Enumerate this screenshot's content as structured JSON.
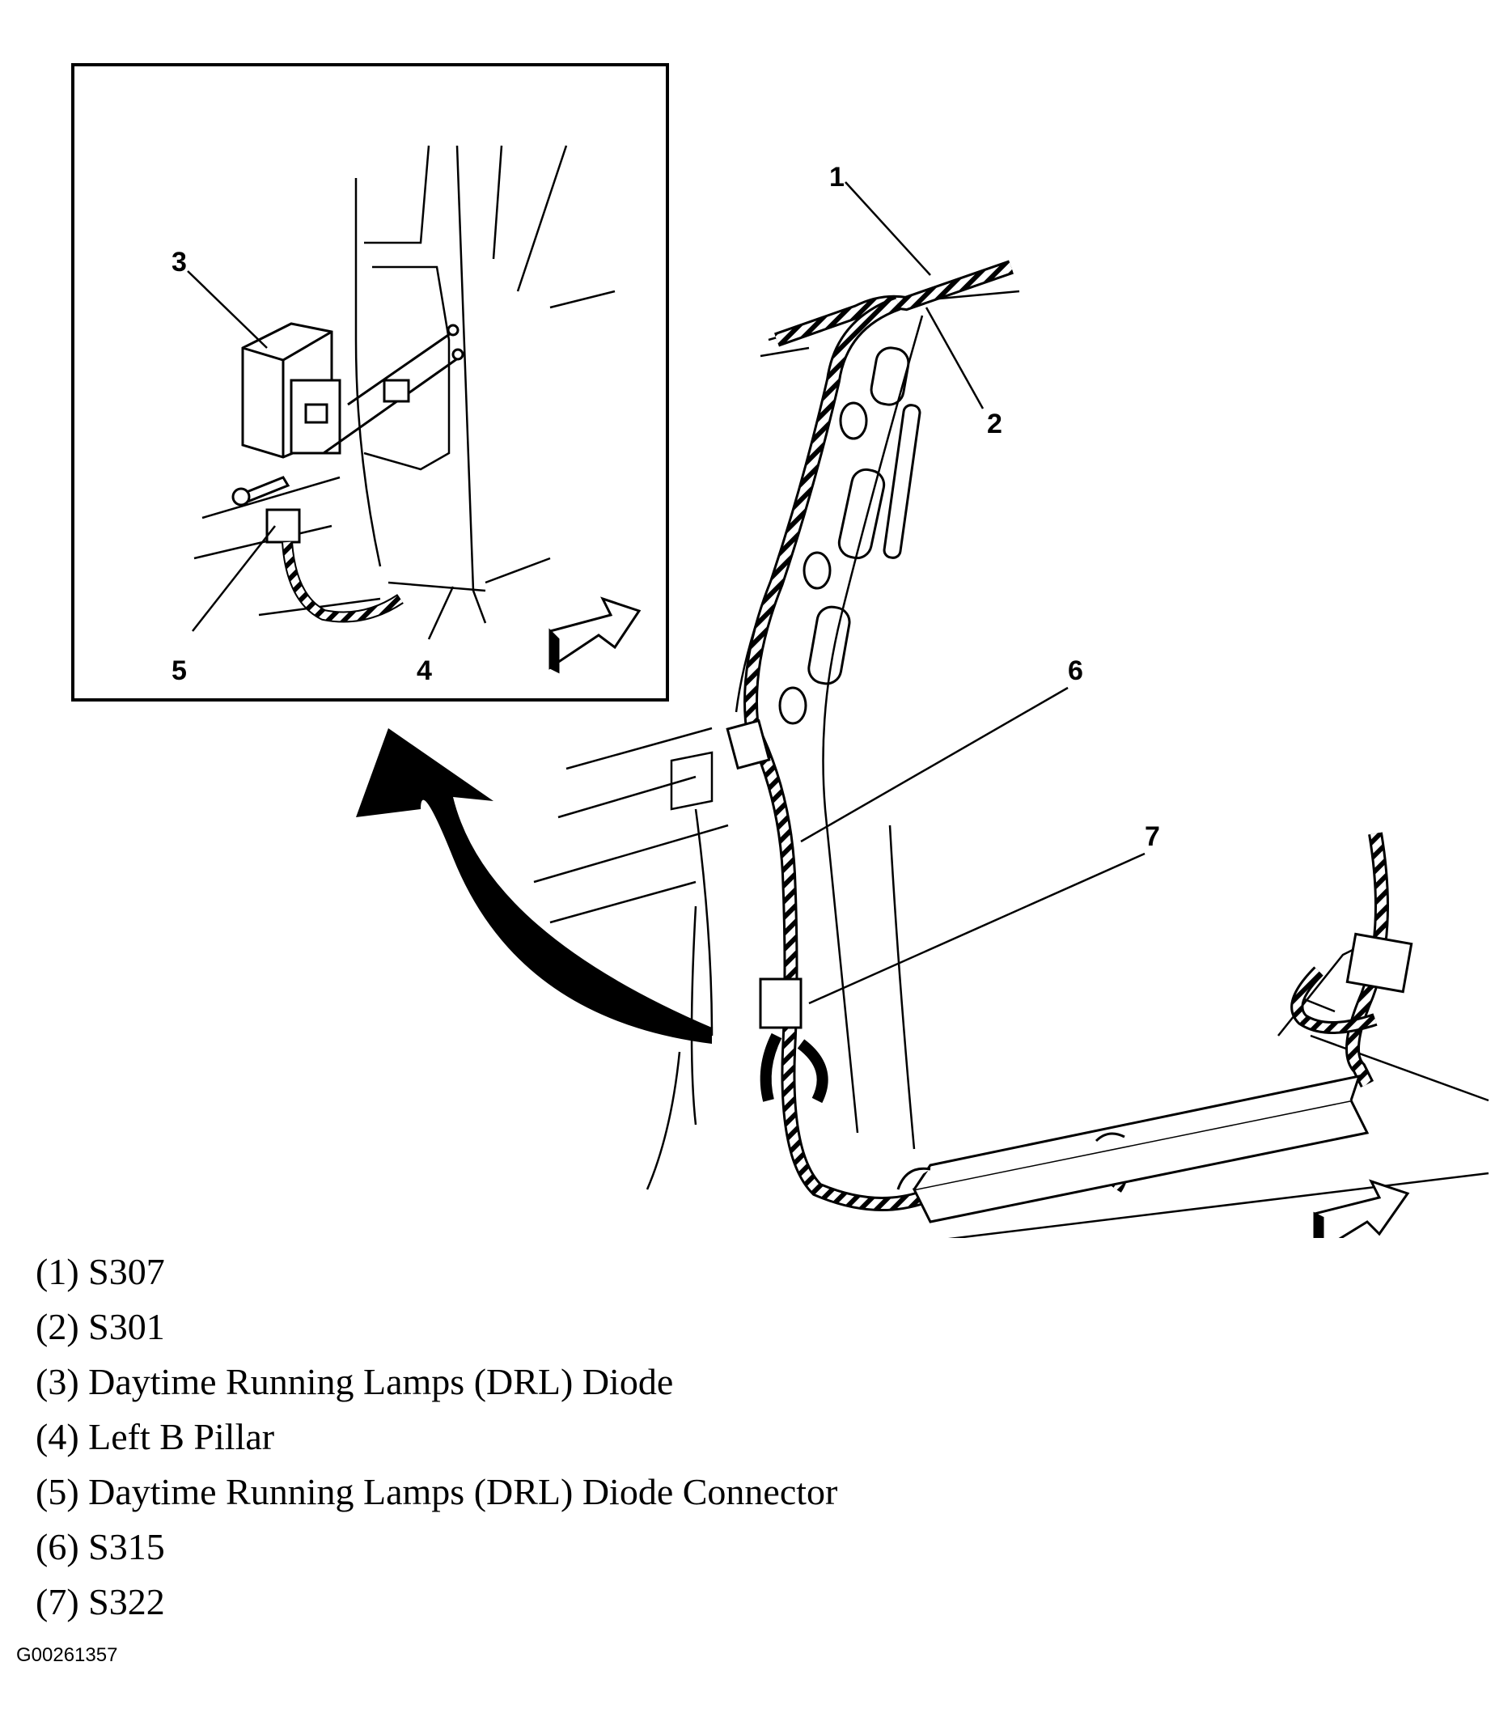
{
  "callouts": {
    "c1": "1",
    "c2": "2",
    "c3": "3",
    "c4": "4",
    "c5": "5",
    "c6": "6",
    "c7": "7"
  },
  "legend": [
    "(1) S307",
    "(2) S301",
    "(3) Daytime Running Lamps (DRL) Diode",
    "(4) Left B Pillar",
    "(5) Daytime Running Lamps (DRL) Diode Connector",
    "(6) S315",
    "(7) S322"
  ],
  "figure_id": "G00261357"
}
